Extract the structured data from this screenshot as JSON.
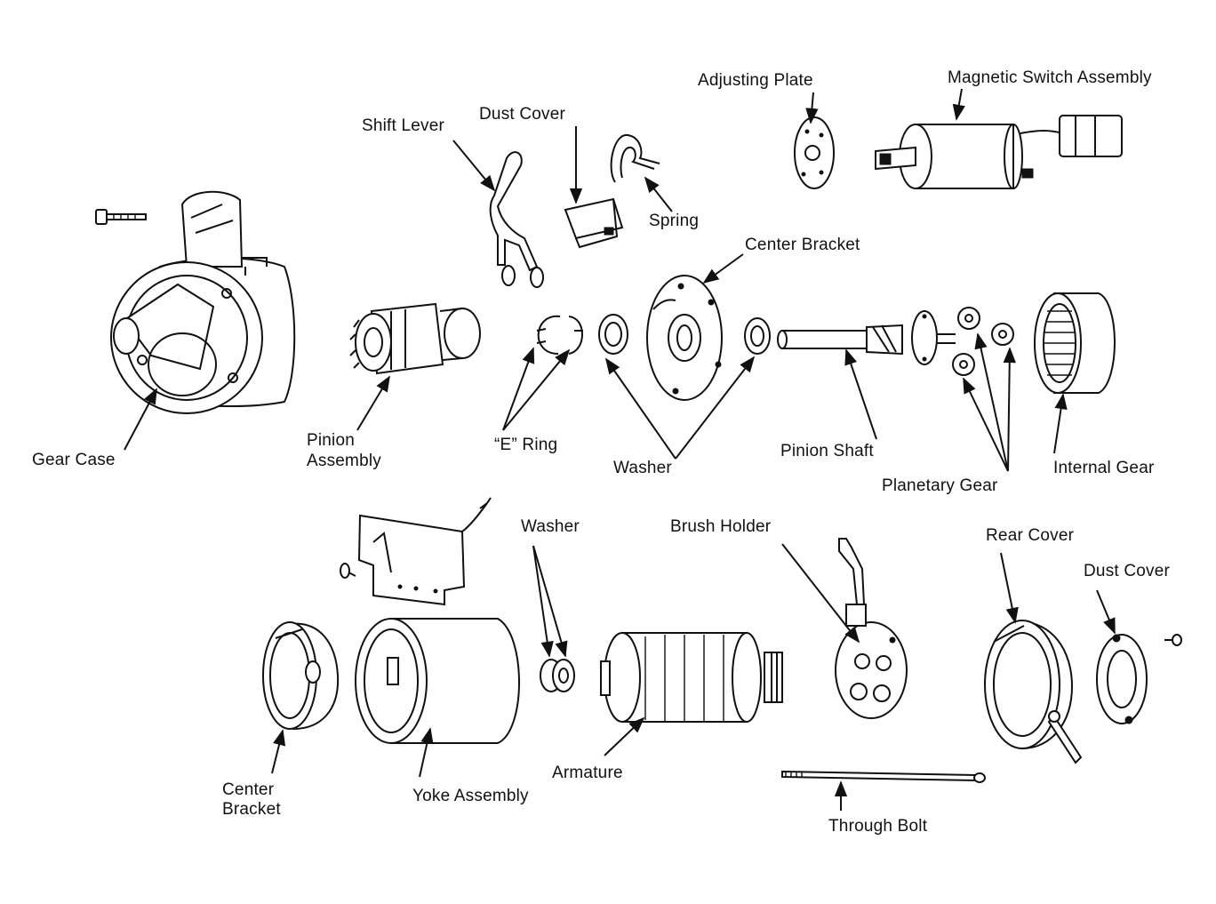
{
  "labels": {
    "adjusting_plate": "Adjusting Plate",
    "magnetic_switch_assembly": "Magnetic Switch Assembly",
    "shift_lever": "Shift Lever",
    "dust_cover_top": "Dust Cover",
    "spring": "Spring",
    "center_bracket_top": "Center Bracket",
    "gear_case": "Gear Case",
    "pinion_assembly_line1": "Pinion",
    "pinion_assembly_line2": "Assembly",
    "e_ring": "“E” Ring",
    "washer_top": "Washer",
    "pinion_shaft": "Pinion Shaft",
    "planetary_gear": "Planetary Gear",
    "internal_gear": "Internal Gear",
    "washer_bottom": "Washer",
    "brush_holder": "Brush Holder",
    "rear_cover": "Rear Cover",
    "dust_cover_bottom": "Dust Cover",
    "center_bracket_bottom_line1": "Center",
    "center_bracket_bottom_line2": "Bracket",
    "yoke_assembly": "Yoke Assembly",
    "armature": "Armature",
    "through_bolt": "Through Bolt"
  }
}
